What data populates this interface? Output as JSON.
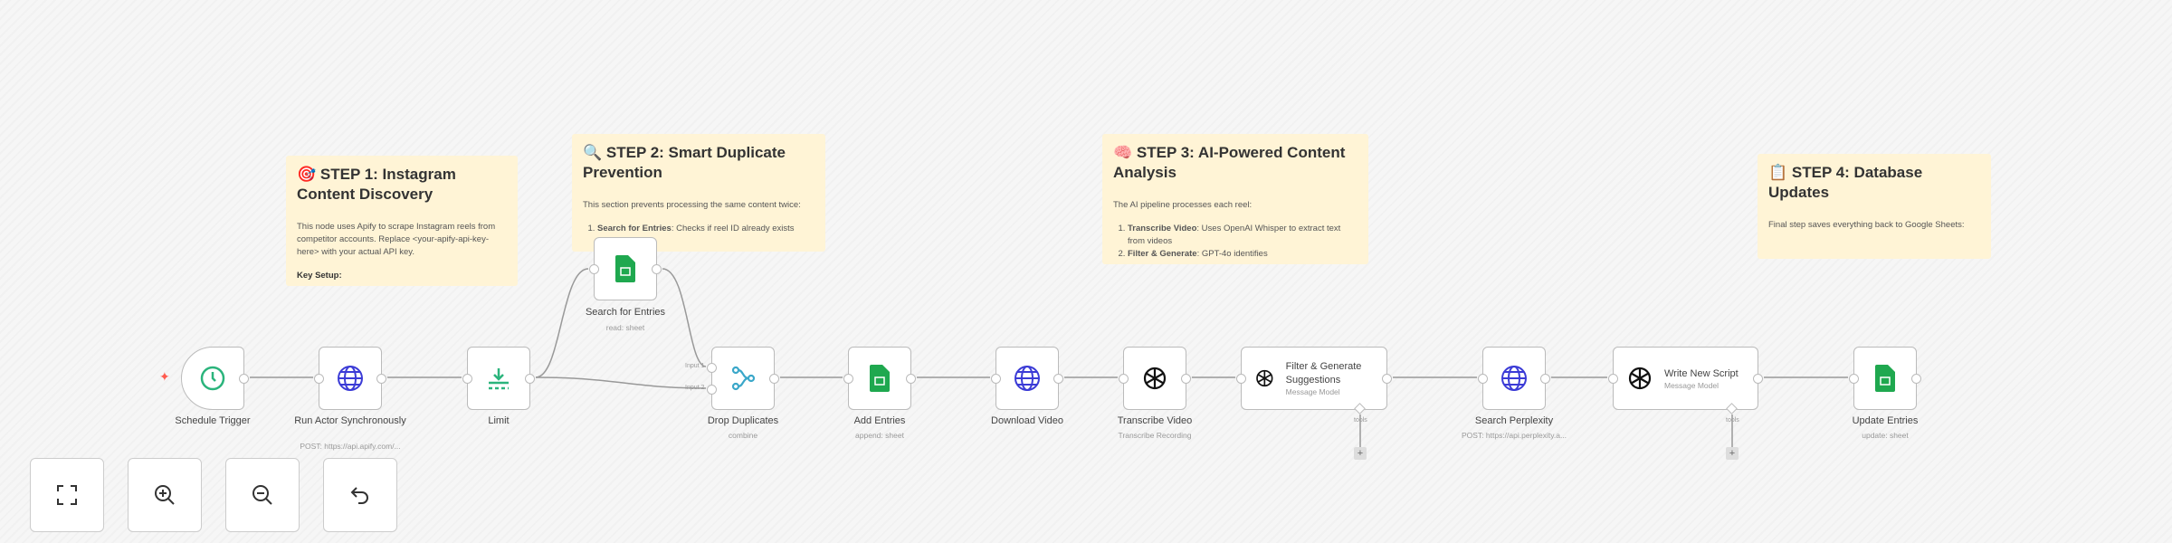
{
  "sticky_notes": [
    {
      "icon": "🎯",
      "title": "STEP 1: Instagram Content Discovery",
      "body": "This node uses Apify to scrape Instagram reels from competitor accounts. Replace <your-apify-api-key-here> with your actual API key.",
      "key": "Key Setup:"
    },
    {
      "icon": "🔍",
      "title": "STEP 2: Smart Duplicate Prevention",
      "body": "This section prevents processing the same content twice:",
      "items": [
        {
          "bold": "Search for Entries",
          "text": ": Checks if reel ID already exists"
        }
      ]
    },
    {
      "icon": "🧠",
      "title": "STEP 3: AI-Powered Content Analysis",
      "body": "The AI pipeline processes each reel:",
      "items": [
        {
          "bold": "Transcribe Video",
          "text": ": Uses OpenAI Whisper to extract text from videos"
        },
        {
          "bold": "Filter & Generate",
          "text": ": GPT-4o identifies"
        }
      ]
    },
    {
      "icon": "📋",
      "title": "STEP 4: Database Updates",
      "body": "Final step saves everything back to Google Sheets:"
    }
  ],
  "nodes": [
    {
      "label": "Schedule Trigger",
      "icon": "clock-icon"
    },
    {
      "label": "Run Actor Synchronously",
      "sub": "POST: https://api.apify.com/...",
      "icon": "globe-icon"
    },
    {
      "label": "Limit",
      "icon": "limit-icon"
    },
    {
      "label": "Search for Entries",
      "sub": "read: sheet",
      "icon": "google-sheets-icon"
    },
    {
      "label": "Drop Duplicates",
      "sub": "combine",
      "icon": "merge-icon",
      "inputs": [
        "Input 1",
        "Input 2"
      ]
    },
    {
      "label": "Add Entries",
      "sub": "append: sheet",
      "icon": "google-sheets-icon"
    },
    {
      "label": "Download Video",
      "icon": "globe-icon"
    },
    {
      "label": "Transcribe Video",
      "sub": "Transcribe Recording",
      "icon": "openai-icon"
    },
    {
      "label": "Filter & Generate Suggestions",
      "sub": "Message Model",
      "icon": "openai-icon",
      "tools": "tools"
    },
    {
      "label": "Search Perplexity",
      "sub": "POST: https://api.perplexity.a...",
      "icon": "globe-icon"
    },
    {
      "label": "Write New Script",
      "sub": "Message Model",
      "icon": "openai-icon",
      "tools": "tools"
    },
    {
      "label": "Update Entries",
      "sub": "update: sheet",
      "icon": "google-sheets-icon"
    }
  ],
  "controls": [
    {
      "name": "fit-view",
      "icon": "fullscreen-icon"
    },
    {
      "name": "zoom-in",
      "icon": "zoom-in-icon"
    },
    {
      "name": "zoom-out",
      "icon": "zoom-out-icon"
    },
    {
      "name": "undo",
      "icon": "undo-icon"
    }
  ],
  "colors": {
    "sticky": "#fff4d6",
    "sheets": "#1fa84f",
    "globe": "#3b3bd6",
    "trigger": "#2bb47c",
    "merge": "#3aa7c9",
    "trigger_bolt": "#ff5a4e"
  }
}
